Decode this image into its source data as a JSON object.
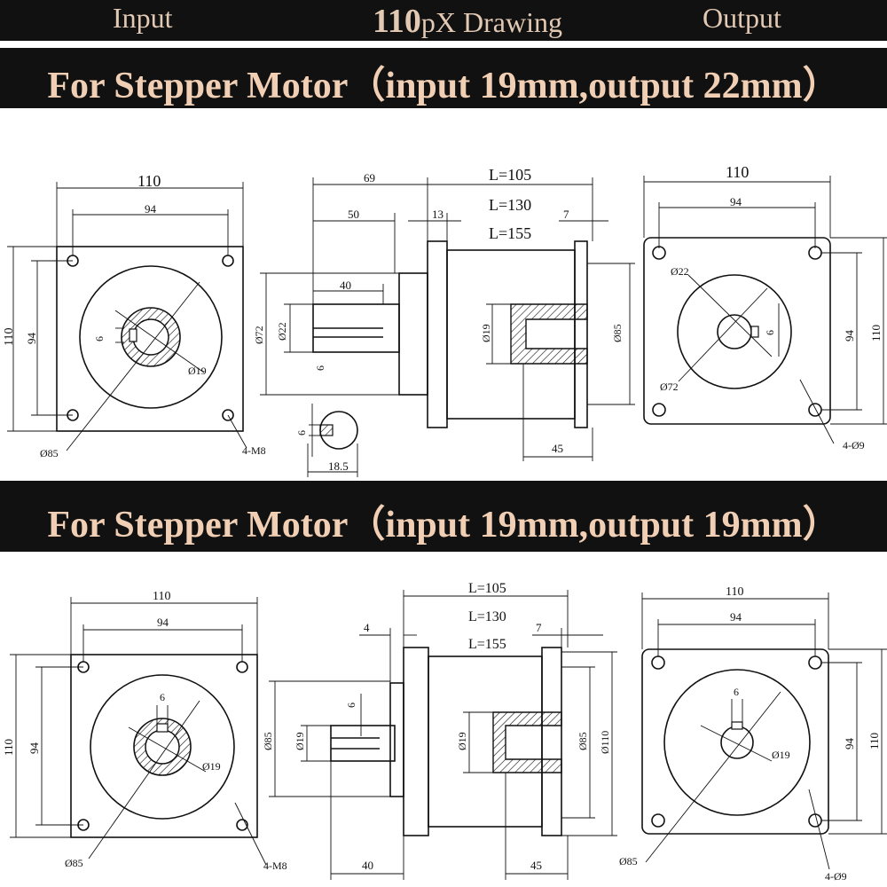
{
  "header": {
    "input_label": "Input",
    "title_number": "110",
    "title_rest": "pX Drawing",
    "output_label": "Output"
  },
  "section1": {
    "title": "For Stepper Motor（input 19mm,output 22mm）",
    "input_view": {
      "width": "110",
      "inner": "94",
      "height": "110",
      "inner_h": "94",
      "key": "6",
      "bore": "Ø19",
      "pilot": "Ø85",
      "holes": "4-M8"
    },
    "side_view": {
      "d69": "69",
      "d50": "50",
      "d40": "40",
      "d13": "13",
      "d7": "7",
      "len1": "L=105",
      "len2": "L=130",
      "len3": "L=155",
      "d72": "Ø72",
      "d22": "Ø22",
      "key": "6",
      "d19": "Ø19",
      "d85": "Ø85",
      "d45": "45",
      "shaft_key": "6",
      "shaft_w": "18.5"
    },
    "output_view": {
      "width": "110",
      "inner": "94",
      "height": "110",
      "inner_h": "94",
      "d22": "Ø22",
      "key": "6",
      "d72": "Ø72",
      "holes": "4-Ø9"
    }
  },
  "section2": {
    "title": "For Stepper Motor（input 19mm,output 19mm）",
    "input_view": {
      "width": "110",
      "inner": "94",
      "height": "110",
      "inner_h": "94",
      "key": "6",
      "bore": "Ø19",
      "pilot": "Ø85",
      "holes": "4-M8"
    },
    "side_view": {
      "len1": "L=105",
      "len2": "L=130",
      "len3": "L=155",
      "d4": "4",
      "d7": "7",
      "key": "6",
      "d85": "Ø85",
      "d19": "Ø19",
      "d19b": "Ø19",
      "d85b": "Ø85",
      "d110": "Ø110",
      "d40": "40",
      "d45": "45"
    },
    "output_view": {
      "width": "110",
      "inner": "94",
      "height": "110",
      "inner_h": "94",
      "key": "6",
      "bore": "Ø19",
      "pilot": "Ø85",
      "holes": "4-Ø9"
    }
  }
}
